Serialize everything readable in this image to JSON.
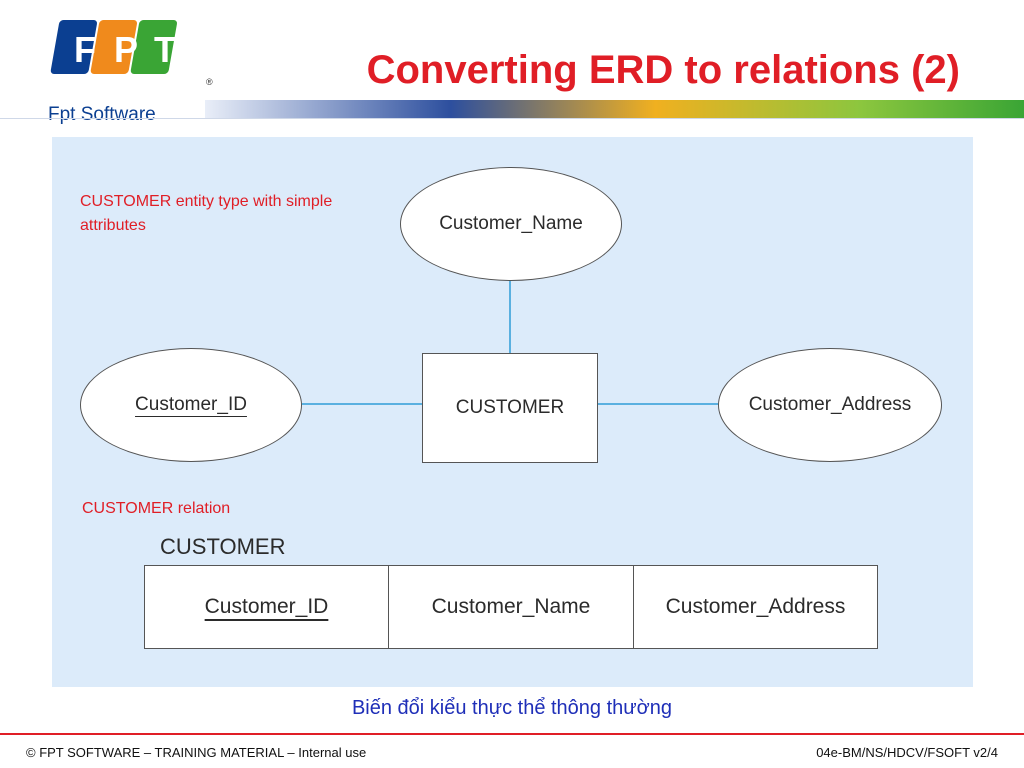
{
  "header": {
    "logo_text": "Fpt Software",
    "logo_tiles": [
      "F",
      "P",
      "T"
    ],
    "logo_mark": "®",
    "title": "Converting ERD to relations (2)"
  },
  "diagram": {
    "note_entity": "CUSTOMER entity type with simple attributes",
    "entity": "CUSTOMER",
    "attributes": {
      "name": "Customer_Name",
      "id": "Customer_ID",
      "address": "Customer_Address"
    },
    "note_relation": "CUSTOMER relation",
    "relation_name": "CUSTOMER",
    "relation_columns": [
      "Customer_ID",
      "Customer_Name",
      "Customer_Address"
    ]
  },
  "caption": "Biến đổi kiểu thực thể thông thường",
  "footer": {
    "left": "© FPT SOFTWARE – TRAINING MATERIAL – Internal use",
    "right": "04e-BM/NS/HDCV/FSOFT v2/4"
  },
  "colors": {
    "title_red": "#e01e26",
    "panel_blue": "#dcebfa",
    "connector_blue": "#5ab0e0",
    "caption_blue": "#1f2fb8",
    "logo_blue": "#0b3f91",
    "logo_orange": "#f08a1c",
    "logo_green": "#3aa535"
  }
}
